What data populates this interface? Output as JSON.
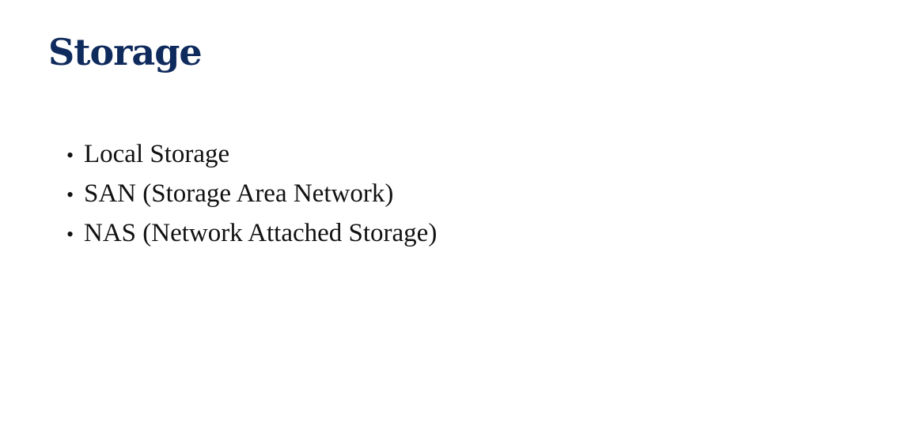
{
  "slide": {
    "title": "Storage",
    "title_color": "#0f2a5c",
    "bullet_glyph": "•",
    "bullets": [
      "Local Storage",
      "SAN (Storage Area Network)",
      "NAS (Network Attached Storage)"
    ]
  }
}
